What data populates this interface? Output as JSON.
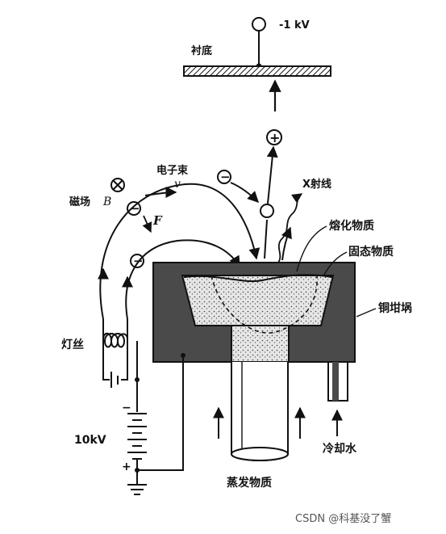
{
  "labels": {
    "voltage_top": "-1 kV",
    "substrate": "衬底",
    "electron_beam": "电子束",
    "velocity_symbol": "v",
    "magnetic_field": "磁场",
    "magnetic_symbol": "B",
    "force_symbol": "F",
    "xray": "X射线",
    "molten": "熔化物质",
    "solid": "固态物质",
    "crucible": "铜坩埚",
    "filament": "灯丝",
    "voltage_supply": "10kV",
    "evaporant": "蒸发物质",
    "cooling_water": "冷却水",
    "minus_sign": "−",
    "plus_sign": "+",
    "watermark": "CSDN @科基没了蟹"
  },
  "colors": {
    "ink": "#111111",
    "crucible_fill": "#4a4a4a",
    "melt_fill": "#d8d8d8",
    "rod_fill": "#ffffff"
  }
}
